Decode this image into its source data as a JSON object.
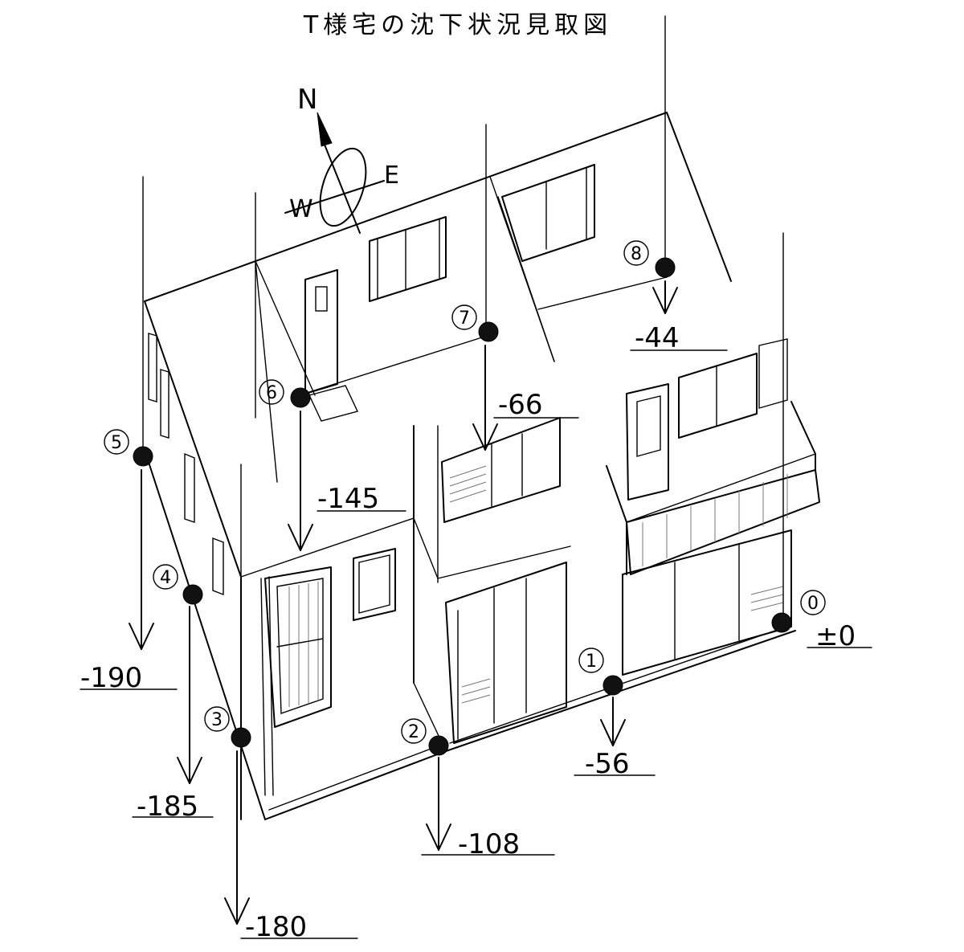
{
  "title": "T様宅の沈下状況見取図",
  "compass": {
    "n": "N",
    "e": "E",
    "w": "W"
  },
  "points": [
    {
      "no": "0",
      "value": "±0"
    },
    {
      "no": "1",
      "value": "-56"
    },
    {
      "no": "2",
      "value": "-108"
    },
    {
      "no": "3",
      "value": "-180"
    },
    {
      "no": "4",
      "value": "-185"
    },
    {
      "no": "5",
      "value": "-190"
    },
    {
      "no": "6",
      "value": "-145"
    },
    {
      "no": "7",
      "value": "-66"
    },
    {
      "no": "8",
      "value": "-44"
    }
  ]
}
